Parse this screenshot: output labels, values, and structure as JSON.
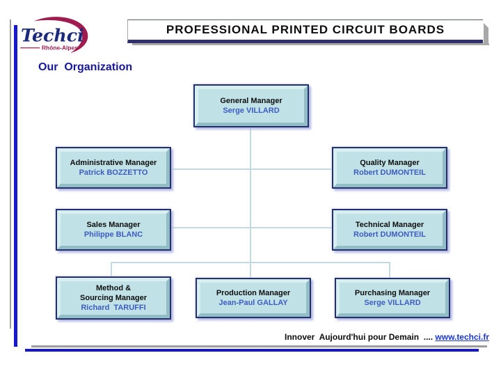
{
  "logo": {
    "brand": "Techci",
    "region": "Rhône-Alpes"
  },
  "banner": {
    "title": "PROFESSIONAL PRINTED CIRCUIT BOARDS"
  },
  "page": {
    "heading": "Our  Organization"
  },
  "org": {
    "boxes": [
      {
        "id": "general-manager",
        "title": "General Manager",
        "name": "Serge VILLARD"
      },
      {
        "id": "administrative-manager",
        "title": "Administrative Manager",
        "name": "Patrick BOZZETTO"
      },
      {
        "id": "quality-manager",
        "title": "Quality Manager",
        "name": "Robert DUMONTEIL"
      },
      {
        "id": "sales-manager",
        "title": "Sales Manager",
        "name": "Philippe BLANC"
      },
      {
        "id": "technical-manager",
        "title": "Technical Manager",
        "name": "Robert DUMONTEIL"
      },
      {
        "id": "method-sourcing-manager",
        "title": "Method &\nSourcing Manager",
        "name": "Richard  TARUFFI"
      },
      {
        "id": "production-manager",
        "title": "Production Manager",
        "name": "Jean-Paul GALLAY"
      },
      {
        "id": "purchasing-manager",
        "title": "Purchasing Manager",
        "name": "Serge VILLARD"
      }
    ]
  },
  "footer": {
    "motto": "Innover  Aujourd'hui pour Demain  .... ",
    "link": "www.techci.fr"
  },
  "colors": {
    "navy_border": "#24306b",
    "box_fill": "#c0e2e7",
    "name_text": "#3e5cc0",
    "heading_text": "#17179b",
    "accent_blue": "#1717cf",
    "accent_gray": "#9c9c9c",
    "logo_navy": "#1b2a7a",
    "logo_crimson": "#a01c4e",
    "connector": "#c4d8e2",
    "link_blue": "#1a35cc"
  }
}
